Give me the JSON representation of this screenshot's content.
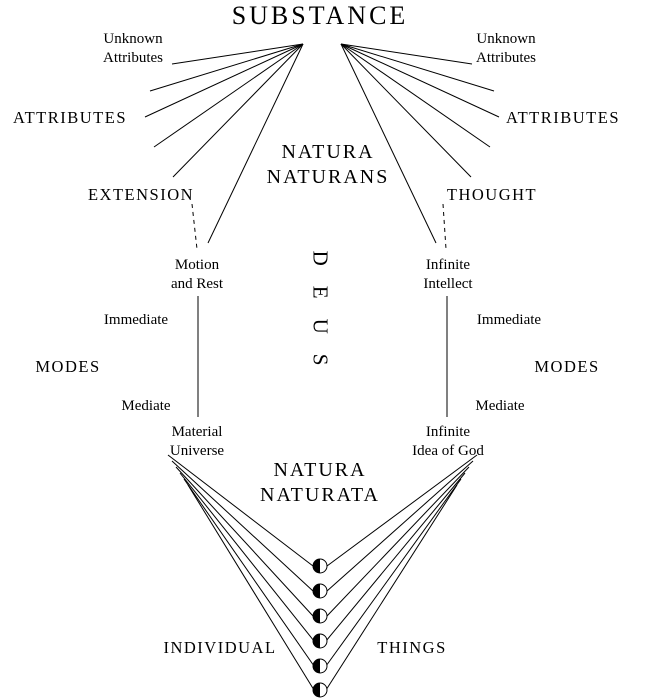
{
  "diagram": {
    "substance": "SUBSTANCE",
    "natura_naturans": {
      "line1": "NATURA",
      "line2": "NATURANS"
    },
    "natura_naturata": {
      "line1": "NATURA",
      "line2": "NATURATA"
    },
    "deus": "DEUS",
    "left": {
      "unknown_attributes": {
        "line1": "Unknown",
        "line2": "Attributes"
      },
      "attributes": "ATTRIBUTES",
      "attribute_name": "EXTENSION",
      "immediate_mode": {
        "line1": "Motion",
        "line2": "and Rest"
      },
      "immediate": "Immediate",
      "modes": "MODES",
      "mediate": "Mediate",
      "mediate_mode": {
        "line1": "Material",
        "line2": "Universe"
      }
    },
    "right": {
      "unknown_attributes": {
        "line1": "Unknown",
        "line2": "Attributes"
      },
      "attributes": "ATTRIBUTES",
      "attribute_name": "THOUGHT",
      "immediate_mode": {
        "line1": "Infinite",
        "line2": "Intellect"
      },
      "immediate": "Immediate",
      "modes": "MODES",
      "mediate": "Mediate",
      "mediate_mode": {
        "line1": "Infinite",
        "line2": "Idea of God"
      }
    },
    "bottom": {
      "individual": "INDIVIDUAL",
      "things": "THINGS",
      "things_count": 6
    }
  },
  "colors": {
    "line": "#000000",
    "text": "#000000",
    "background": "#ffffff"
  }
}
